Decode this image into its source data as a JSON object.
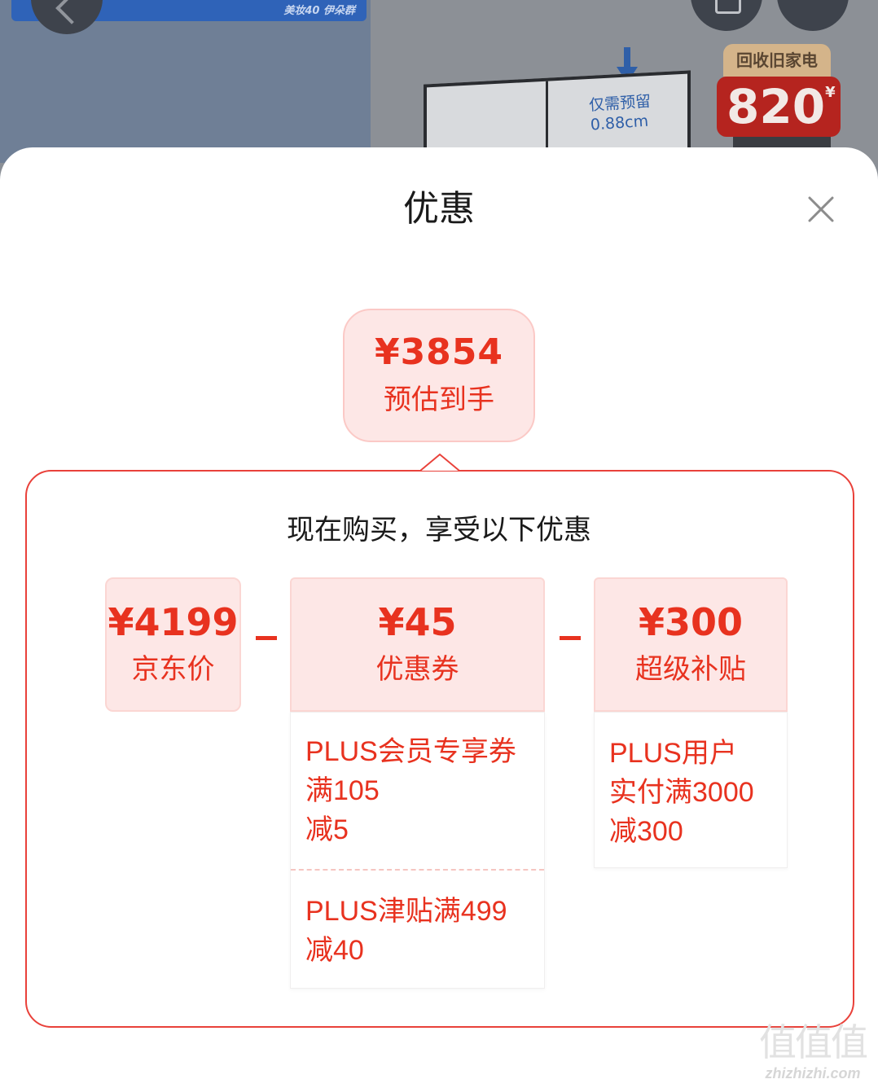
{
  "background": {
    "banner_text": "美妆40 伊朵群",
    "tv_spec": "仅需预留\n0.88cm",
    "recycle_label": "回收旧家电",
    "recycle_amount": "820",
    "recycle_currency": "¥"
  },
  "sheet": {
    "title": "优惠",
    "close_icon": "close-icon"
  },
  "estimate": {
    "price": "¥3854",
    "label": "预估到手"
  },
  "breakdown": {
    "caption": "现在购买，享受以下优惠",
    "jd_price": {
      "amount": "¥4199",
      "label": "京东价"
    },
    "coupon": {
      "amount": "¥45",
      "label": "优惠券",
      "items": [
        "PLUS会员专享券\n满105\n减5",
        "PLUS津贴满499\n减40"
      ]
    },
    "subsidy": {
      "amount": "¥300",
      "label": "超级补贴",
      "items": [
        "PLUS用户\n实付满3000\n减300"
      ]
    }
  },
  "watermark": {
    "glyphs": "值值值",
    "url": "zhizhizhi.com"
  },
  "colors": {
    "accent": "#e8321f",
    "card_bg": "#fde7e6",
    "frame_border": "#e9413a"
  }
}
